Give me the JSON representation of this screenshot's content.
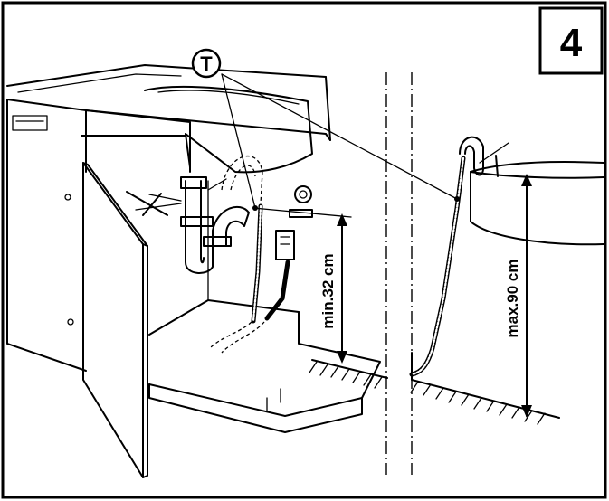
{
  "figure": {
    "step_number": "4",
    "callout_label": "T",
    "dimension_min": "min.32 cm",
    "dimension_max": "max.90 cm"
  }
}
